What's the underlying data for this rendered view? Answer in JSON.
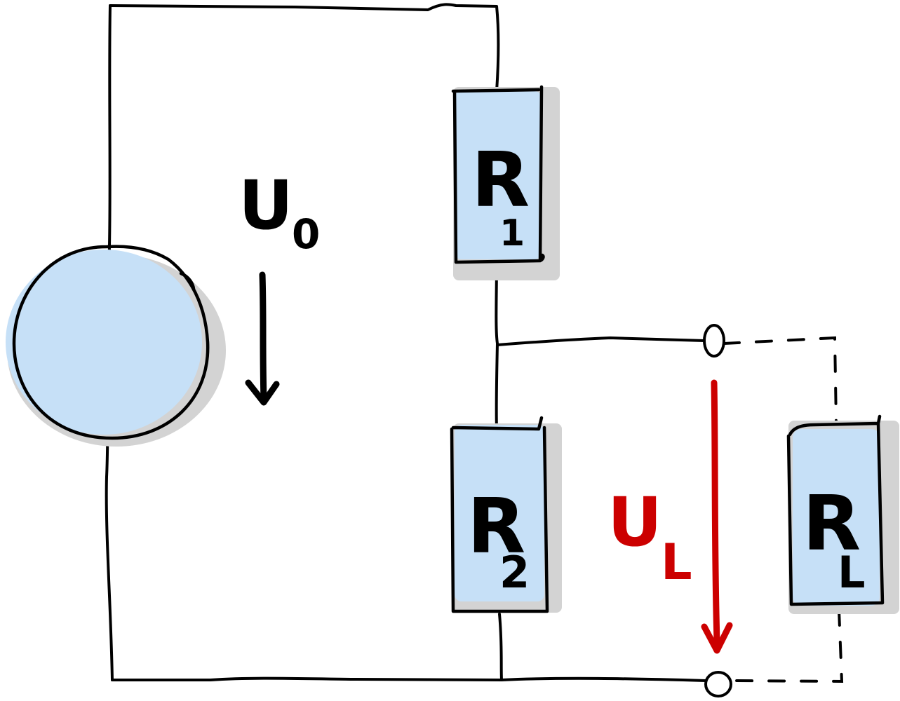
{
  "labels": {
    "r1": {
      "main": "R",
      "sub": "1"
    },
    "r2": {
      "main": "R",
      "sub": "2"
    },
    "rl": {
      "main": "R",
      "sub": "L"
    },
    "u0": {
      "main": "U",
      "sub": "0"
    },
    "ul": {
      "main": "U",
      "sub": "L"
    }
  },
  "colors": {
    "wire": "#000000",
    "component_fill": "#c6e0f7",
    "shadow": "#d3d3d3",
    "output_voltage": "#cc0000"
  }
}
